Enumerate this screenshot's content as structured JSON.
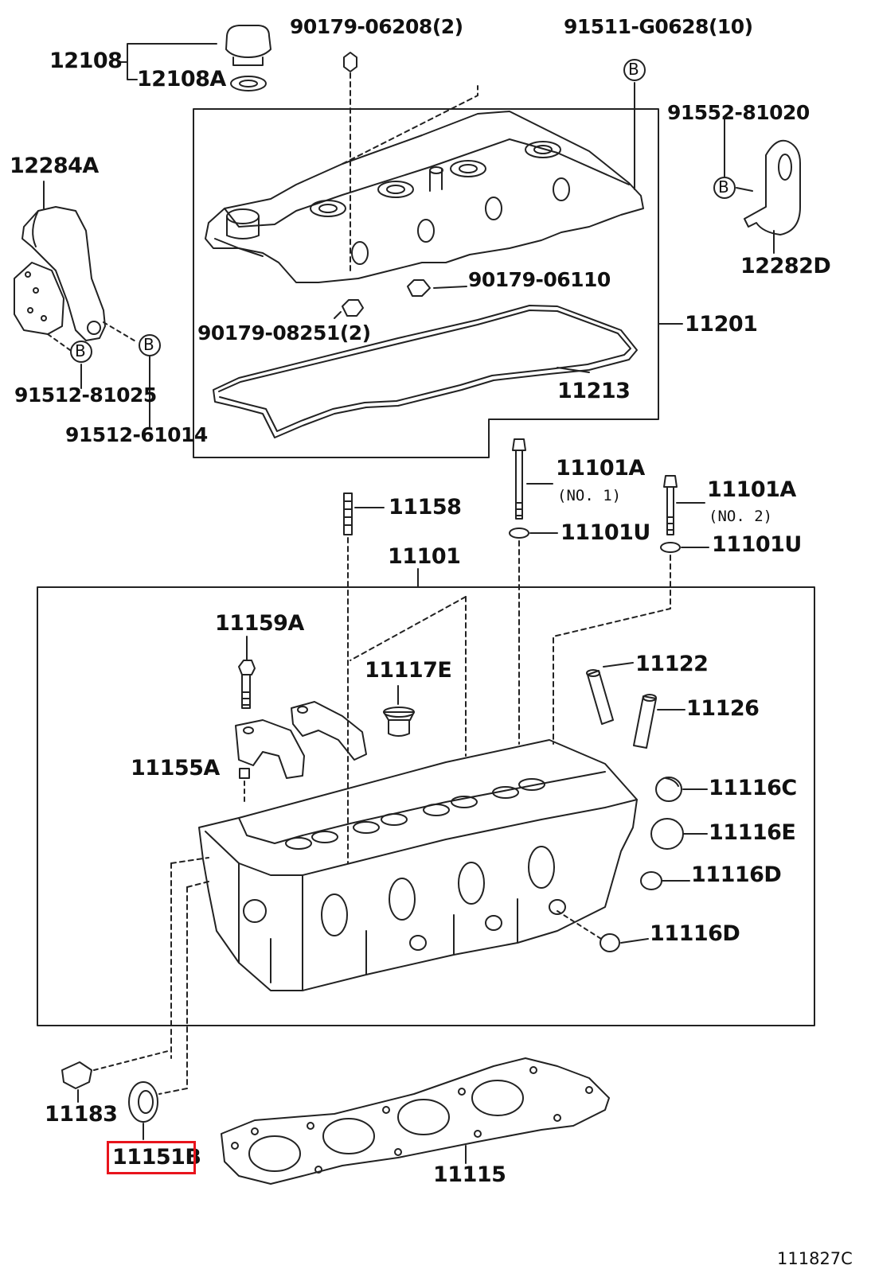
{
  "highlight_color": "#e8141c",
  "labels": {
    "p12108": "12108",
    "p12108A": "12108A",
    "p90179_06208": "90179-06208(2)",
    "p91511_G0628": "91511-G0628(10)",
    "p91552_81020": "91552-81020",
    "p12284A": "12284A",
    "p12282D": "12282D",
    "p90179_06110": "90179-06110",
    "p90179_08251": "90179-08251(2)",
    "p11201": "11201",
    "p11213": "11213",
    "p91512_81025": "91512-81025",
    "p91512_61014": "91512-61014",
    "p11101A_1": "11101A",
    "p11101A_1_note": "(NO. 1)",
    "p11101U_1": "11101U",
    "p11101A_2": "11101A",
    "p11101A_2_note": "(NO. 2)",
    "p11101U_2": "11101U",
    "p11158": "11158",
    "p11101": "11101",
    "p11159A": "11159A",
    "p11117E": "11117E",
    "p11122": "11122",
    "p11126": "11126",
    "p11155A": "11155A",
    "p11116C": "11116C",
    "p11116E": "11116E",
    "p11116D_1": "11116D",
    "p11116D_2": "11116D",
    "p11183": "11183",
    "p11151B": "11151B",
    "p11115": "11115"
  },
  "markers": {
    "b1": "B",
    "b2": "B",
    "b3": "B",
    "b4": "B"
  },
  "diagram_code": "111827C"
}
